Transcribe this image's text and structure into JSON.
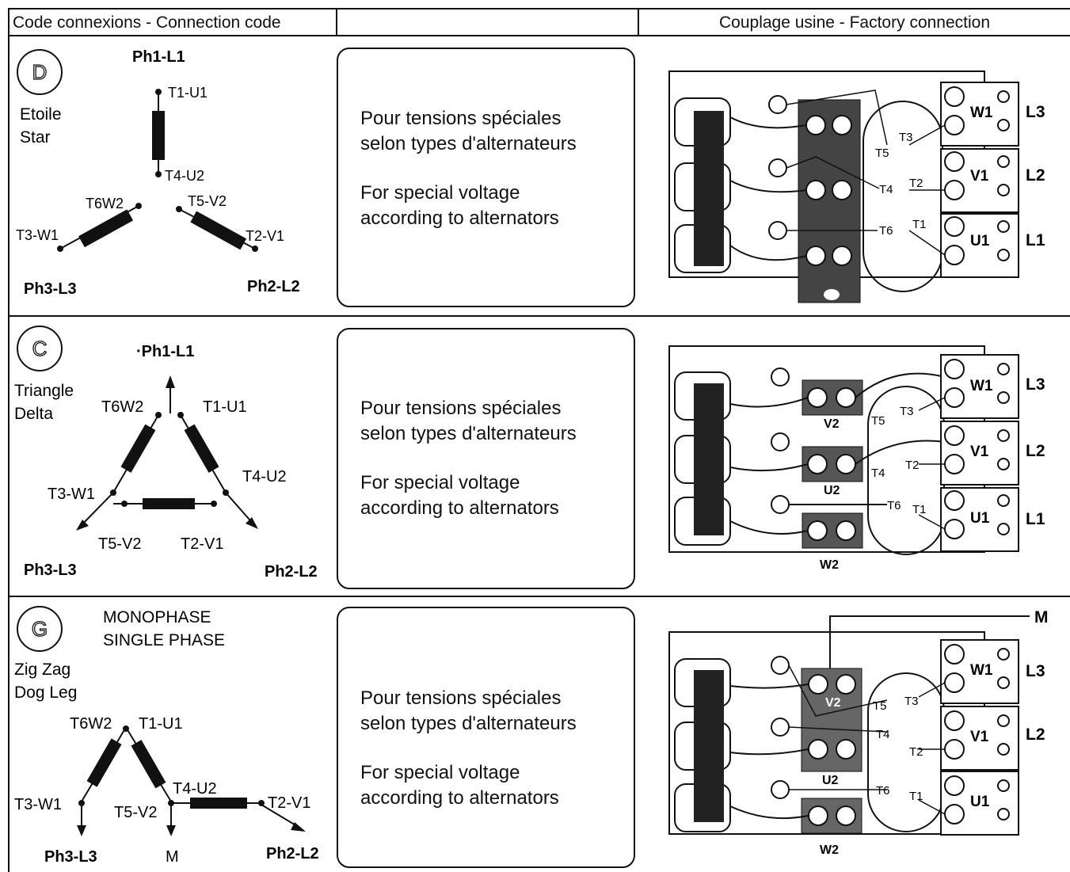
{
  "header": {
    "col1": "Code connexions - Connection code",
    "col2": "",
    "col3": "Couplage usine - Factory connection"
  },
  "rows": [
    {
      "code": "D",
      "name_fr": "Etoile",
      "name_en": "Star",
      "title": "",
      "labels": {
        "top": "Ph1-L1",
        "left": "Ph3-L3",
        "right": "Ph2-L2",
        "t1": "T1-U1",
        "t4": "T4-U2",
        "t6": "T6W2",
        "t5": "T5-V2",
        "t3": "T3-W1",
        "t2": "T2-V1"
      },
      "text_fr_1": "Pour tensions spéciales",
      "text_fr_2": "selon types d'alternateurs",
      "text_en_1": "For special voltage",
      "text_en_2": "according to alternators",
      "wiring": {
        "terminals": [
          "W1",
          "V1",
          "U1"
        ],
        "lines": [
          "L3",
          "L2",
          "L1"
        ],
        "leads": [
          "T5",
          "T3",
          "T4",
          "T2",
          "T6",
          "T1"
        ],
        "bars": [],
        "m": ""
      }
    },
    {
      "code": "C",
      "name_fr": "Triangle",
      "name_en": "Delta",
      "title": "",
      "labels": {
        "top": "·Ph1-L1",
        "left": "Ph3-L3",
        "right": "Ph2-L2",
        "t6": "T6W2",
        "t1": "T1-U1",
        "t4": "T4-U2",
        "t3": "T3-W1",
        "t5": "T5-V2",
        "t2": "T2-V1"
      },
      "text_fr_1": "Pour tensions spéciales",
      "text_fr_2": "selon types d'alternateurs",
      "text_en_1": "For special voltage",
      "text_en_2": "according to alternators",
      "wiring": {
        "terminals": [
          "W1",
          "V1",
          "U1"
        ],
        "lines": [
          "L3",
          "L2",
          "L1"
        ],
        "leads": [
          "T5",
          "T3",
          "T4",
          "T2",
          "T6",
          "T1"
        ],
        "bars": [
          "V2",
          "U2",
          "W2"
        ],
        "m": ""
      }
    },
    {
      "code": "G",
      "name_fr": "Zig Zag",
      "name_en": "Dog Leg",
      "title_1": "MONOPHASE",
      "title_2": "SINGLE PHASE",
      "labels": {
        "t6": "T6W2",
        "t1": "T1-U1",
        "t4": "T4-U2",
        "t3": "T3-W1",
        "t5": "T5-V2",
        "t2": "T2-V1",
        "left": "Ph3-L3",
        "m": "M",
        "right": "Ph2-L2"
      },
      "text_fr_1": "Pour tensions spéciales",
      "text_fr_2": "selon types d'alternateurs",
      "text_en_1": "For special voltage",
      "text_en_2": "according to alternators",
      "wiring": {
        "terminals": [
          "W1",
          "V1",
          "U1"
        ],
        "lines": [
          "L3",
          "L2"
        ],
        "leads": [
          "T5",
          "T3",
          "T4",
          "T2",
          "T6",
          "T1"
        ],
        "bars": [
          "V2",
          "U2",
          "W2"
        ],
        "m": "M"
      }
    }
  ]
}
